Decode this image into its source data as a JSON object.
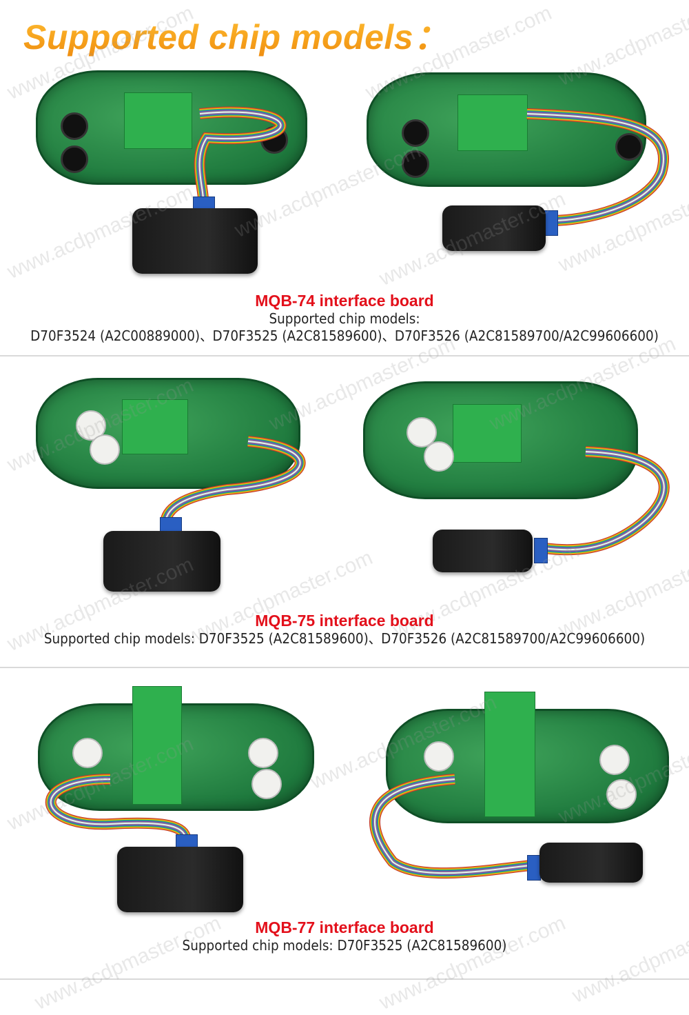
{
  "title": "Supported chip models：",
  "watermark": "www.acdpmaster.com",
  "colors": {
    "title": "#f6a21c",
    "heading": "#e3101b",
    "text": "#222222",
    "pcb": "#1f7a3e"
  },
  "sections": [
    {
      "heading": "MQB-74 interface board",
      "lines": [
        "Supported chip models:",
        "D70F3524 (A2C00889000)、D70F3525 (A2C81589600)、D70F3526 (A2C81589700/A2C99606600)"
      ]
    },
    {
      "heading": "MQB-75 interface board",
      "lines": [
        "Supported chip models: D70F3525 (A2C81589600)、D70F3526 (A2C81589700/A2C99606600)"
      ]
    },
    {
      "heading": "MQB-77 interface board",
      "lines": [
        "Supported chip models: D70F3525 (A2C81589600)"
      ]
    }
  ]
}
